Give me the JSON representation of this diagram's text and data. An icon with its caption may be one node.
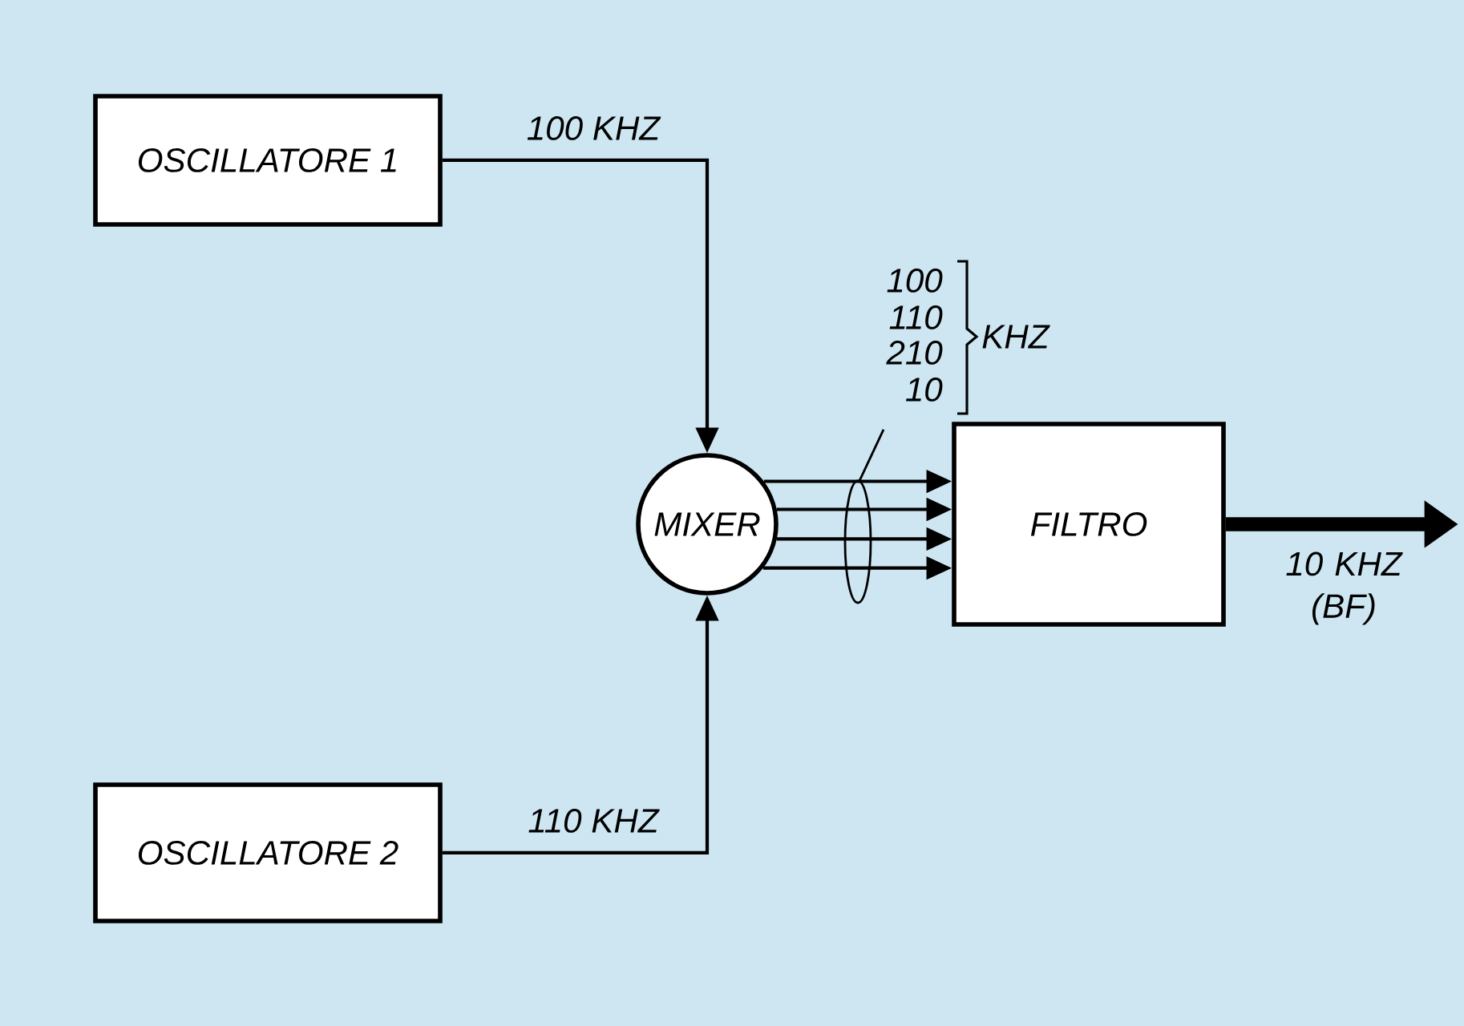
{
  "diagram": {
    "nodes": [
      {
        "text": [
          "OSCILLATORE 1"
        ]
      },
      {
        "text": [
          "OSCILLATORE 2"
        ]
      },
      {
        "text": [
          "MIXER"
        ]
      },
      {
        "text": [
          "FILTRO"
        ]
      }
    ],
    "edges": [
      {
        "from": 0,
        "to": 2,
        "arrow": "to",
        "label": "100 KHZ"
      },
      {
        "from": 1,
        "to": 2,
        "arrow": "to",
        "label": "110 KHZ"
      },
      {
        "from": 2,
        "to": 3,
        "arrow": "to"
      },
      {
        "from": 2,
        "to": 3,
        "arrow": "to"
      },
      {
        "from": 2,
        "to": 3,
        "arrow": "to"
      },
      {
        "from": 2,
        "to": 3,
        "arrow": "to"
      },
      {
        "from": 3,
        "to": null,
        "arrow": "to",
        "style": "thick",
        "label": "10 KHZ (BF)"
      }
    ],
    "labels": [
      "100",
      "110",
      "210",
      "10",
      "KHZ"
    ]
  }
}
